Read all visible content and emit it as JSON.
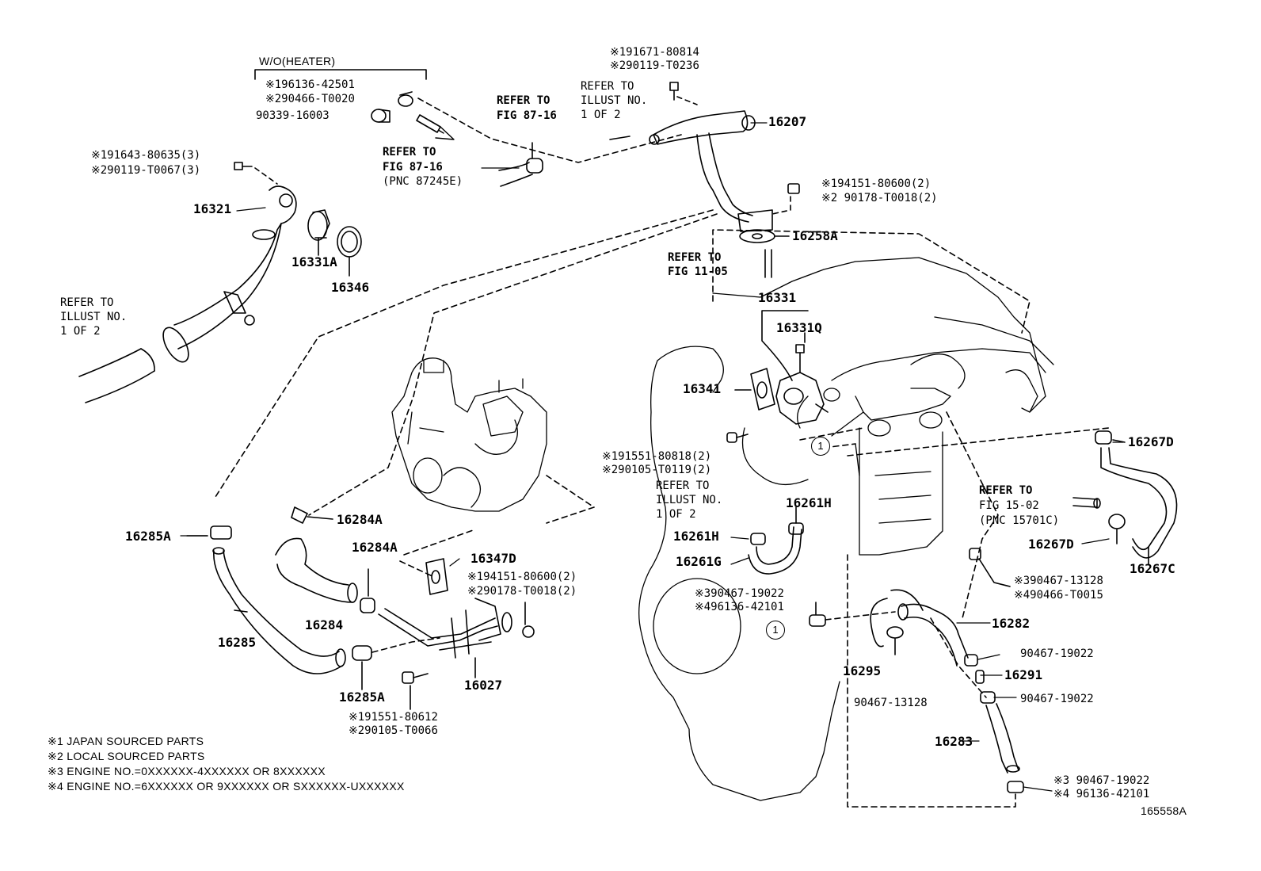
{
  "parts": {
    "p16207": "16207",
    "p16321": "16321",
    "p16331A": "16331A",
    "p16346": "16346",
    "p16258A": "16258A",
    "p16331": "16331",
    "p16331Q": "16331Q",
    "p16341": "16341",
    "p16267D_top": "16267D",
    "p16267D_mid": "16267D",
    "p16267C": "16267C",
    "p16261H_a": "16261H",
    "p16261H_b": "16261H",
    "p16261G": "16261G",
    "p16284A_a": "16284A",
    "p16284A_b": "16284A",
    "p16347D": "16347D",
    "p16285A_a": "16285A",
    "p16285A_b": "16285A",
    "p16284": "16284",
    "p16285": "16285",
    "p16027": "16027",
    "p16282": "16282",
    "p16295": "16295",
    "p16291": "16291",
    "p16283": "16283",
    "fig_no": "165558A"
  },
  "part_numbers": {
    "wo_heater": "W/O(HEATER)",
    "a1": "※196136-42501",
    "a2": "※290466-T0020",
    "a3": "90339-16003",
    "b1": "※191643-80635(3)",
    "b2": "※290119-T0067(3)",
    "c1": "※191671-80814",
    "c2": "※290119-T0236",
    "d1": "※194151-80600(2)",
    "d2": "※2 90178-T0018(2)",
    "e1": "※191551-80818(2)",
    "e2": "※290105-T0119(2)",
    "f1": "※194151-80600(2)",
    "f2": "※290178-T0018(2)",
    "g1": "※390467-19022",
    "g2": "※496136-42101",
    "h1": "※390467-13128",
    "h2": "※490466-T0015",
    "i1": "90467-19022",
    "i2": "90467-13128",
    "i3": "90467-19022",
    "j1": "※3 90467-19022",
    "j2": "※4 96136-42101",
    "k1": "※191551-80612",
    "k2": "※290105-T0066"
  },
  "references": {
    "r1a": "REFER TO",
    "r1b": "FIG 87-16",
    "r2a": "REFER TO",
    "r2b": "ILLUST NO.",
    "r2c": "1 OF 2",
    "r3a": "REFER TO",
    "r3b": "FIG 87-16",
    "r3c": "(PNC 87245E)",
    "r4a": "REFER TO",
    "r4b": "FIG 11-05",
    "r5a": "REFER TO",
    "r5b": "ILLUST NO.",
    "r5c": "1 OF 2",
    "r6a": "REFER TO",
    "r6b": "ILLUST NO.",
    "r6c": "1 OF 2",
    "r7a": "REFER TO",
    "r7b": "FIG 15-02",
    "r7c": "(PNC 15701C)"
  },
  "circle_marker": "1",
  "notes": [
    "※1 JAPAN SOURCED PARTS",
    "※2 LOCAL SOURCED PARTS",
    "※3 ENGINE NO.=0XXXXXX-4XXXXXX OR 8XXXXXX",
    "※4 ENGINE NO.=6XXXXXX OR 9XXXXXX OR SXXXXXX-UXXXXXX"
  ]
}
